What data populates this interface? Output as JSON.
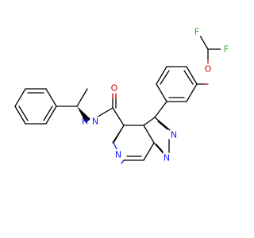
{
  "atoms": {
    "o_ether": "O",
    "f_top": "F",
    "f_right": "F",
    "o_carbonyl": "O",
    "n_amide": "N",
    "h_amide": "H",
    "n_triazole_2": "N",
    "n_triazole_1": "N",
    "n_pyrazine": "N"
  },
  "colors": {
    "bond": "#000000",
    "nitrogen": "#1a1aff",
    "oxygen": "#d40000",
    "fluorine": "#33aa33"
  }
}
